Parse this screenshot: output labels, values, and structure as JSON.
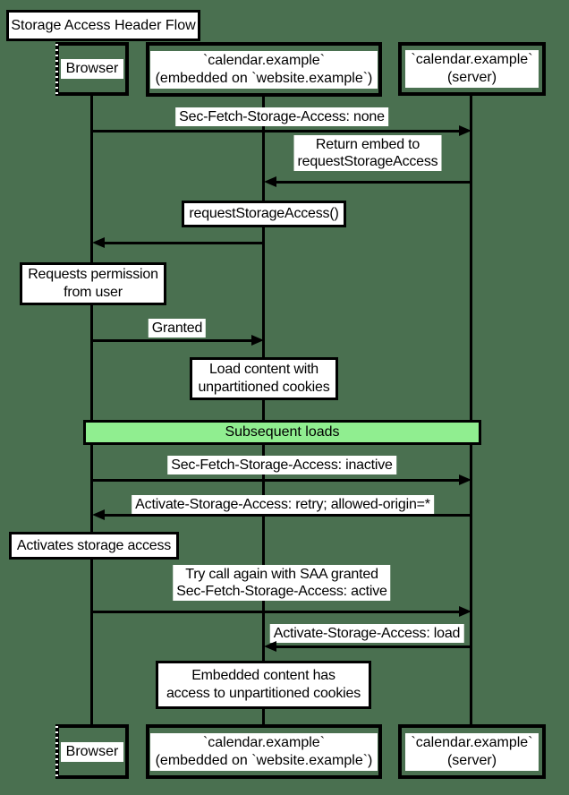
{
  "colors": {
    "background": "#4a7050",
    "divider_fill": "#90ee90",
    "stroke": "#000000",
    "label_background": "#ffffff"
  },
  "diagram": {
    "title": "Storage Access Header Flow",
    "participants": {
      "browser": {
        "label": "Browser"
      },
      "embedded": {
        "line1": "`calendar.example`",
        "line2": "(embedded on `website.example`)"
      },
      "server": {
        "line1": "`calendar.example`",
        "line2": "(server)"
      }
    },
    "messages": {
      "m1": {
        "text": "Sec-Fetch-Storage-Access: none",
        "direction": "right"
      },
      "m2": {
        "line1": "Return embed to",
        "line2": "requestStorageAccess",
        "direction": "left"
      },
      "m3": {
        "text": "",
        "direction": "left"
      },
      "m4": {
        "text": "Granted",
        "direction": "right"
      },
      "m5": {
        "text": "Sec-Fetch-Storage-Access: inactive",
        "direction": "right"
      },
      "m6": {
        "text": "Activate-Storage-Access: retry; allowed-origin=*",
        "direction": "left"
      },
      "m7": {
        "line1": "Try call again with SAA granted",
        "line2": "Sec-Fetch-Storage-Access: active",
        "direction": "right"
      },
      "m8": {
        "text": "Activate-Storage-Access: load",
        "direction": "left"
      }
    },
    "notes": {
      "n1": {
        "text": "requestStorageAccess()"
      },
      "n2": {
        "line1": "Requests permission",
        "line2": "from user"
      },
      "n3": {
        "line1": "Load content with",
        "line2": "unpartitioned cookies"
      },
      "n4": {
        "text": "Activates storage access"
      },
      "n5": {
        "line1": "Embedded content has",
        "line2": "access to unpartitioned cookies"
      }
    },
    "divider": {
      "label": "Subsequent loads"
    }
  }
}
